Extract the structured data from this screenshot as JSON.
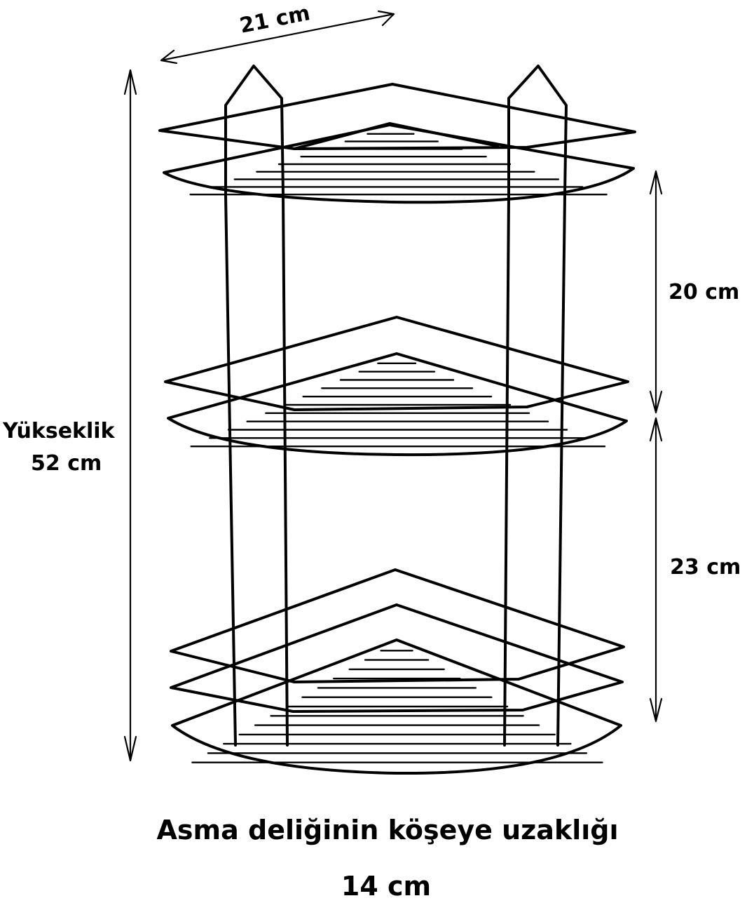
{
  "dimensions": {
    "width_top": "21 cm",
    "height_label": "Yükseklik",
    "height_value": "52 cm",
    "gap_upper": "20 cm",
    "gap_lower": "23 cm"
  },
  "caption": {
    "line1": "Asma deliğinin köşeye uzaklığı",
    "line2": "14 cm"
  },
  "shelf_count": 3,
  "colors": {
    "line": "#000000",
    "background": "#ffffff"
  }
}
